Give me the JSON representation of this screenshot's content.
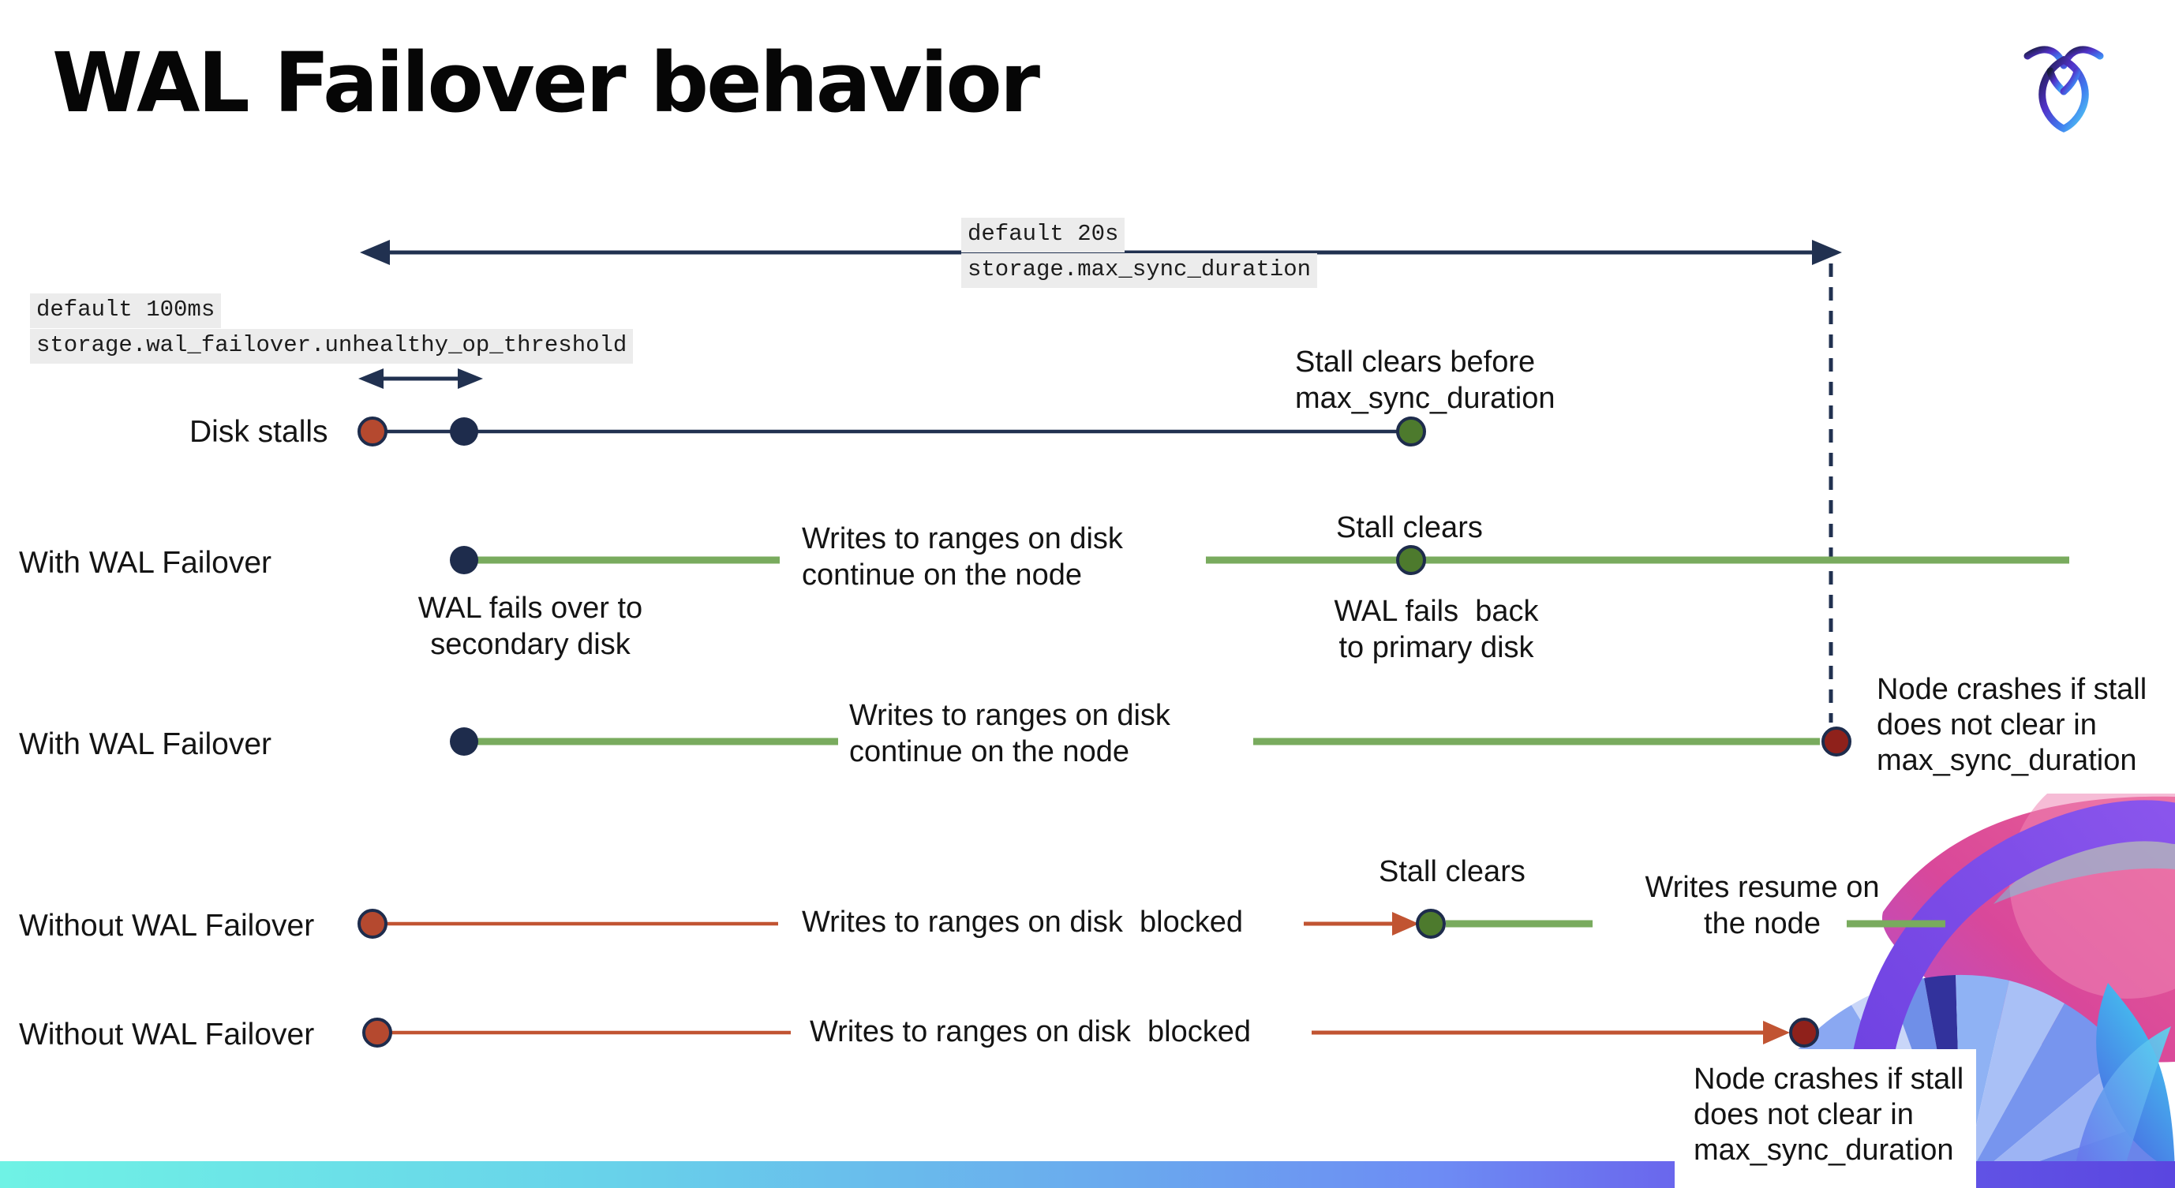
{
  "title": "WAL Failover behavior",
  "logo": {
    "name": "cockroachdb-logo"
  },
  "colors": {
    "navy_line": "#213150",
    "navy_dot": "#1e2c4c",
    "red_dot": "#b5492f",
    "dark_red_dot": "#8f211b",
    "green_dot": "#4d7a2d",
    "green_line": "#79ab5e",
    "red_line": "#c15432",
    "code_bg": "#ececec",
    "bar_gradient_start": "#6ff2e5",
    "bar_gradient_end": "#5a46e0"
  },
  "config_labels": {
    "max_sync": {
      "default_value": "default 20s",
      "setting": "storage.max_sync_duration"
    },
    "threshold": {
      "default_value": "default 100ms",
      "setting": "storage.wal_failover.unhealthy_op_threshold"
    }
  },
  "rows": {
    "disk_stalls": {
      "label": "Disk stalls",
      "stall_clears_note": "Stall clears before\nmax_sync_duration"
    },
    "with_wal_1": {
      "label": "With WAL Failover",
      "failover_note": "WAL fails over to\nsecondary disk",
      "writes_note": "Writes to ranges on disk\ncontinue on the node",
      "stall_clears": "Stall clears",
      "failback_note": "WAL fails  back\nto primary disk"
    },
    "with_wal_2": {
      "label": "With WAL Failover",
      "writes_note": "Writes to ranges on disk\ncontinue on the node",
      "crash_note": "Node crashes if stall\ndoes not clear in\nmax_sync_duration"
    },
    "without_wal_1": {
      "label": "Without WAL Failover",
      "writes_note": "Writes to ranges on disk  blocked",
      "stall_clears": "Stall clears",
      "resume_note": "Writes resume on\nthe node"
    },
    "without_wal_2": {
      "label": "Without WAL Failover",
      "writes_note": "Writes to ranges on disk  blocked",
      "crash_note": "Node crashes if stall\ndoes not clear in\nmax_sync_duration"
    }
  }
}
